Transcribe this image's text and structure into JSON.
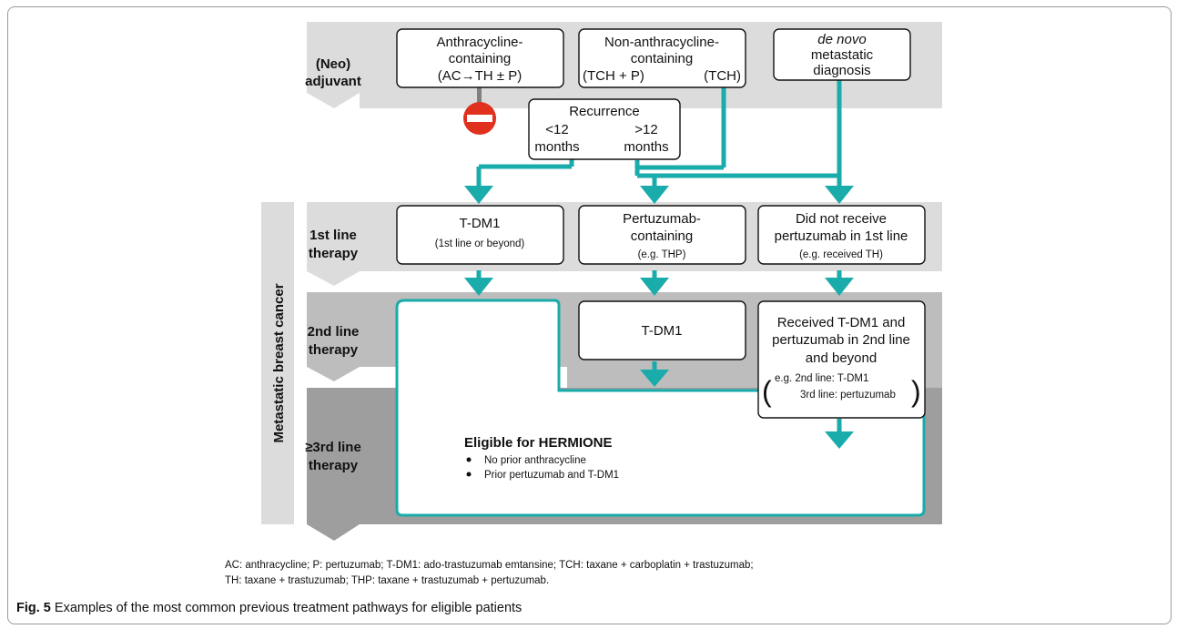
{
  "rows": {
    "neo_adjuvant": [
      "(Neo)",
      "adjuvant"
    ],
    "first_line": [
      "1st line",
      "therapy"
    ],
    "second_line": [
      "2nd line",
      "therapy"
    ],
    "third_line": [
      "≥3rd line",
      "therapy"
    ]
  },
  "side_label": "Metastatic breast cancer",
  "boxes": {
    "anthracycline": [
      "Anthracycline-",
      "containing",
      "(AC→TH ± P)"
    ],
    "non_anthracycline": [
      "Non-anthracycline-",
      "containing"
    ],
    "non_anthracycline_tch_p": "(TCH + P)",
    "non_anthracycline_tch": "(TCH)",
    "de_novo": [
      "de novo",
      "metastatic",
      "diagnosis"
    ],
    "recurrence_title": "Recurrence",
    "recurrence_lt": [
      "<12",
      "months"
    ],
    "recurrence_gt": [
      ">12",
      "months"
    ],
    "tdm1_first_title": "T-DM1",
    "tdm1_first_note": "(1st line or beyond)",
    "pertuzumab_containing": [
      "Pertuzumab-",
      "containing"
    ],
    "pertuzumab_note": "(e.g. THP)",
    "no_pertuzumab": [
      "Did not receive",
      "pertuzumab in 1st line"
    ],
    "no_pertuzumab_note": "(e.g. received TH)",
    "tdm1_second": "T-DM1",
    "received_both": [
      "Received T-DM1 and",
      "pertuzumab in 2nd line",
      "and beyond"
    ],
    "received_both_eg": [
      "e.g.  2nd line: T-DM1",
      "3rd line: pertuzumab"
    ]
  },
  "eligible": {
    "title": "Eligible for HERMIONE",
    "bullets": [
      "No prior anthracycline",
      "Prior pertuzumab and T-DM1"
    ]
  },
  "abbreviations": [
    "AC: anthracycline; P: pertuzumab; T-DM1: ado-trastuzumab emtansine; TCH: taxane + carboplatin + trastuzumab;",
    "TH: taxane + trastuzumab; THP: taxane + trastuzumab + pertuzumab."
  ],
  "caption": {
    "label": "Fig. 5",
    "text": "Examples of the most common previous treatment pathways for eligible patients"
  },
  "colors": {
    "arrow_teal": "#1aabab",
    "stop_red": "#e0301e",
    "band_light": "#dcdcdc",
    "band_mid": "#bdbdbd",
    "band_dark": "#9e9e9e"
  }
}
